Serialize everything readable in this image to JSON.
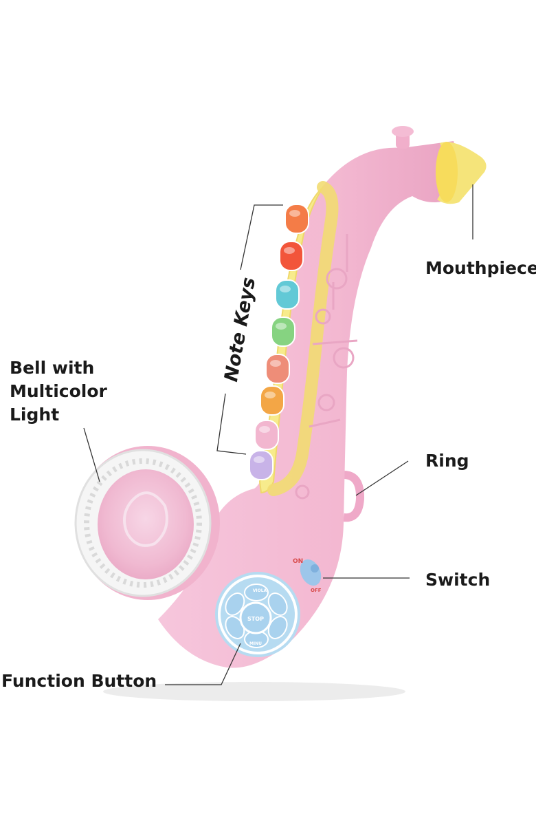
{
  "labels": {
    "mouthpiece": "Mouthpiece",
    "note_keys": "Note Keys",
    "bell_line1": "Bell with",
    "bell_line2": "Multicolor",
    "bell_line3": "Light",
    "ring": "Ring",
    "switch": "Switch",
    "function_button": "Function Button"
  },
  "switch_text": {
    "on": "ON",
    "off": "OFF"
  },
  "function_buttons": {
    "center": "STOP",
    "top": "VIOLA",
    "bottom": "MINU"
  },
  "colors": {
    "body_pink": "#f3b9d2",
    "key_strip_yellow": "#f7eb8c",
    "mouthpiece_yellow": "#f5e47a",
    "function_blue": "#a9d2ee",
    "key_colors": [
      "#f47c47",
      "#f2553a",
      "#62c9d6",
      "#86d381",
      "#ee8d78",
      "#f3a646",
      "#f2b6cf",
      "#c8b3e8"
    ]
  }
}
